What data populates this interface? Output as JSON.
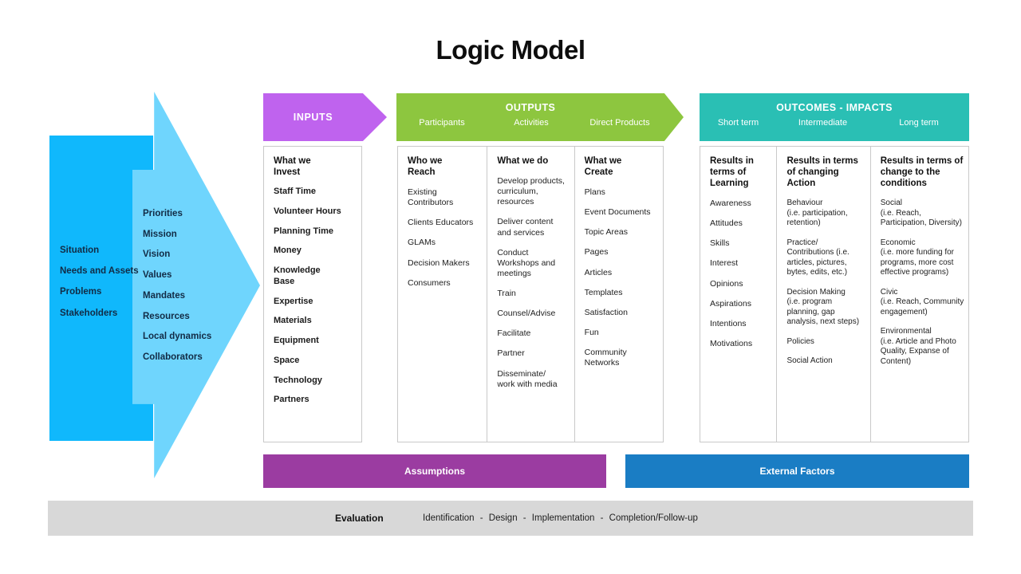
{
  "title": "Logic Model",
  "colors": {
    "situation_blue": "#10b8fc",
    "context_blue": "#6fd5fd",
    "inputs_purple": "#bf63ee",
    "outputs_green": "#8dc63f",
    "outcomes_teal": "#2abfb4",
    "assumptions_purple": "#9b3ca1",
    "external_blue": "#1a7dc4",
    "evaluation_gray": "#d8d8d8",
    "box_border": "#c9c9c9",
    "blue_text": "#122b45"
  },
  "situation": {
    "items": [
      "Situation",
      "Needs and Assets",
      "Problems",
      "Stakeholders"
    ]
  },
  "context": {
    "items": [
      "Priorities",
      "Mission",
      "Vision",
      "Values",
      "Mandates",
      "Resources",
      "Local dynamics",
      "Collaborators"
    ]
  },
  "inputs": {
    "header_label": "INPUTS",
    "column_title": "What we Invest",
    "items": [
      "Staff Time",
      "Volunteer Hours",
      "Planning Time",
      "Money",
      "Knowledge Base",
      "Expertise",
      "Materials",
      "Equipment",
      "Space",
      "Technology",
      "Partners"
    ]
  },
  "outputs": {
    "header_label": "OUTPUTS",
    "sub_labels": [
      "Participants",
      "Activities",
      "Direct Products"
    ],
    "columns": [
      {
        "title": "Who we Reach",
        "items": [
          "Existing Contributors",
          "Clients Educators",
          "GLAMs",
          "Decision Makers",
          "Consumers"
        ]
      },
      {
        "title": "What we do",
        "items": [
          "Develop products, curriculum, resources",
          "Deliver content and services",
          "Conduct Workshops and meetings",
          "Train",
          "Counsel/Advise",
          "Facilitate",
          "Partner",
          "Disseminate/\nwork with media"
        ]
      },
      {
        "title": "What we Create",
        "items": [
          "Plans",
          "Event Documents",
          "Topic Areas",
          "Pages",
          "Articles",
          "Templates",
          "Satisfaction",
          "Fun",
          "Community Networks"
        ]
      }
    ]
  },
  "outcomes": {
    "header_label": "OUTCOMES - IMPACTS",
    "sub_labels": [
      "Short term",
      "Intermediate",
      "Long term"
    ],
    "columns": [
      {
        "title": "Results in terms of Learning",
        "items": [
          "Awareness",
          "Attitudes",
          "Skills",
          "Interest",
          "Opinions",
          "Aspirations",
          "Intentions",
          "Motivations"
        ]
      },
      {
        "title": "Results in terms of changing Action",
        "items": [
          "Behaviour\n(i.e. participation, retention)",
          "Practice/\nContributions (i.e. articles, pictures, bytes, edits, etc.)",
          "Decision Making\n(i.e. program planning, gap analysis, next steps)",
          "Policies",
          "Social Action"
        ]
      },
      {
        "title": "Results in terms of change to the conditions",
        "items": [
          "Social\n(i.e. Reach, Participation, Diversity)",
          "Economic\n(i.e. more funding for programs, more cost effective programs)",
          "Civic\n(i.e. Reach, Community engagement)",
          "Environmental\n(i.e. Article and Photo Quality, Expanse of Content)"
        ]
      }
    ]
  },
  "assumptions_label": "Assumptions",
  "external_factors_label": "External Factors",
  "evaluation": {
    "label": "Evaluation",
    "stages": "Identification - Design - Implementation - Completion/Follow-up"
  }
}
